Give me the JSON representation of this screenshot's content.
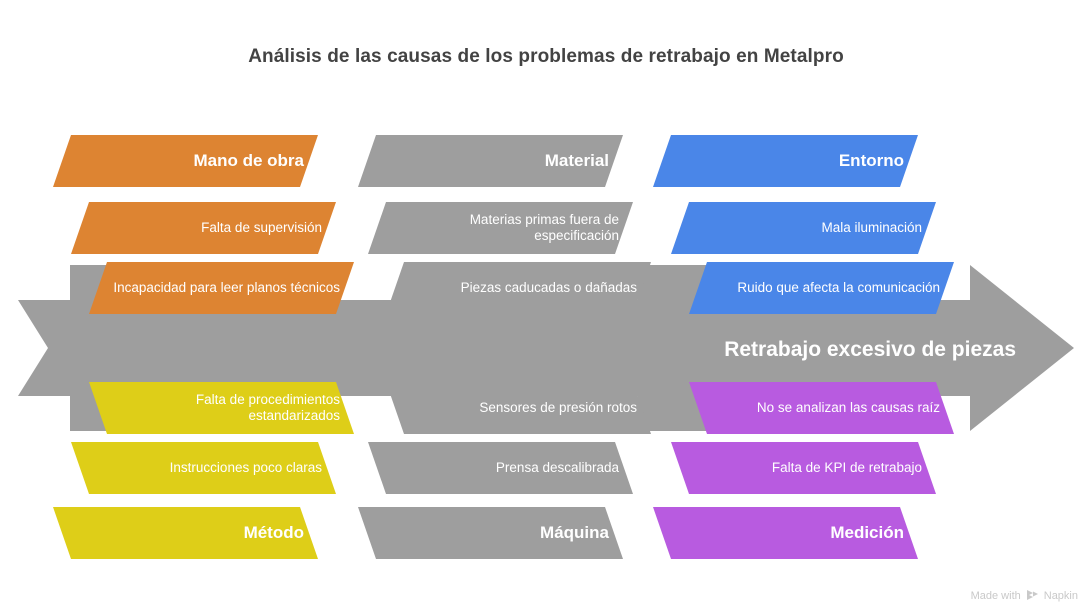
{
  "diagram": {
    "type": "fishbone",
    "title": "Análisis de las causas de los problemas de retrabajo en Metalpro",
    "effect": "Retrabajo excesivo de piezas",
    "colors": {
      "orange": "#DD8432",
      "gray": "#9E9E9E",
      "blue": "#4A86E8",
      "yellow": "#DECE18",
      "purple": "#B85BE0",
      "spine": "#9E9E9E",
      "title_text": "#434343"
    },
    "top_categories": [
      {
        "name": "Mano de obra",
        "color": "#DD8432",
        "causes": [
          "Falta de supervisión",
          "Incapacidad para leer planos técnicos"
        ]
      },
      {
        "name": "Material",
        "color": "#9E9E9E",
        "causes": [
          "Materias primas fuera de especificación",
          "Piezas caducadas o dañadas"
        ]
      },
      {
        "name": "Entorno",
        "color": "#4A86E8",
        "causes": [
          "Mala iluminación",
          "Ruido que afecta la comunicación"
        ]
      }
    ],
    "bottom_categories": [
      {
        "name": "Método",
        "color": "#DECE18",
        "causes": [
          "Falta de procedimientos estandarizados",
          "Instrucciones poco claras"
        ]
      },
      {
        "name": "Máquina",
        "color": "#9E9E9E",
        "causes": [
          "Sensores de presión rotos",
          "Prensa descalibrada"
        ]
      },
      {
        "name": "Medición",
        "color": "#B85BE0",
        "causes": [
          "No se analizan las causas raíz",
          "Falta de KPI de retrabajo"
        ]
      }
    ]
  },
  "watermark": {
    "text": "Made with",
    "brand": "Napkin",
    "logo_icon": "napkin-chevron-icon"
  }
}
